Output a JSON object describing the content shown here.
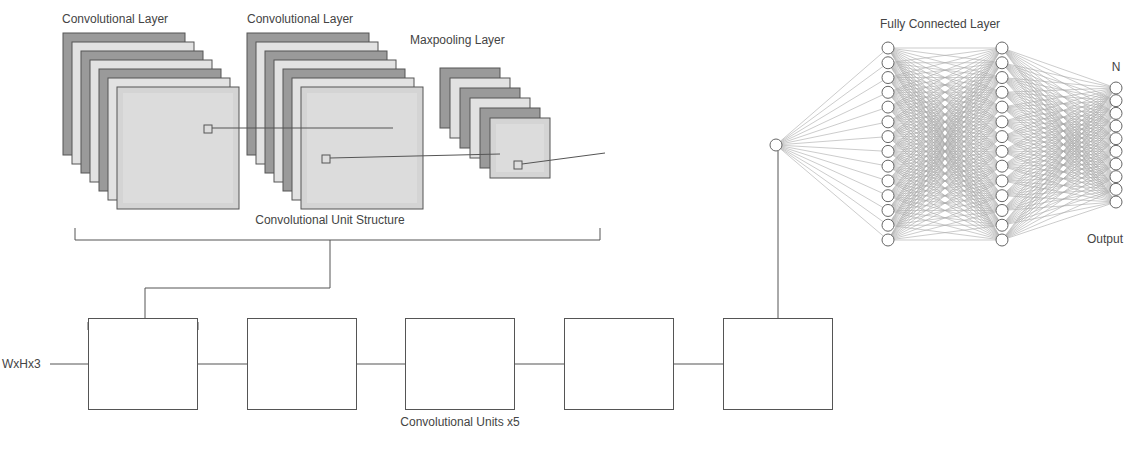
{
  "diagram": {
    "nodes": [
      {
        "text": []
      },
      {
        "text": []
      },
      {
        "text": []
      },
      {
        "text": []
      },
      {
        "text": []
      }
    ],
    "edges": [
      {
        "from": 0,
        "to": 1,
        "arrow": "none"
      },
      {
        "from": 1,
        "to": 2,
        "arrow": "none"
      },
      {
        "from": 2,
        "to": 3,
        "arrow": "none"
      },
      {
        "from": 3,
        "to": 4,
        "arrow": "none"
      }
    ],
    "labels": [
      "Convolutional Layer",
      "Convolutional Layer",
      "Maxpooling Layer",
      "Convolutional Unit Structure",
      "Fully Connected Layer",
      "N",
      "Output",
      "WxHx3",
      "Convolutional Units x5"
    ]
  }
}
